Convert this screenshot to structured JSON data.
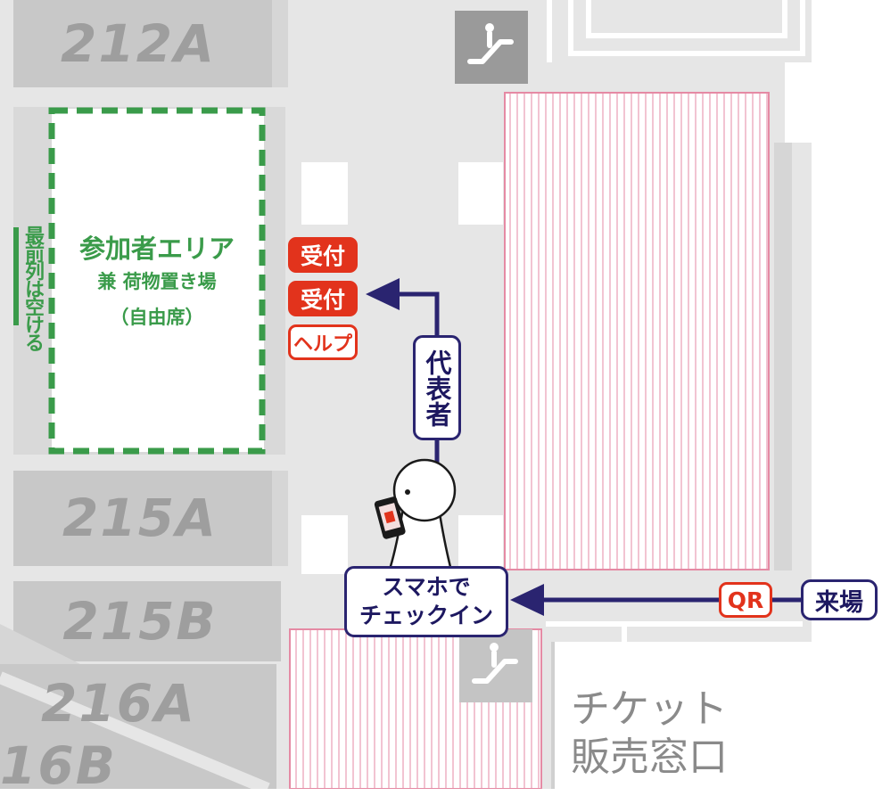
{
  "rooms": {
    "r212a": "212A",
    "r215a": "215A",
    "r215b": "215B",
    "r216a": "216A",
    "r216b": "16B"
  },
  "participant_area": {
    "title": "参加者エリア",
    "subtitle": "兼 荷物置き場",
    "note": "（自由席）"
  },
  "front_row_note": "最前列は空ける",
  "reception": {
    "booth1": "受付",
    "booth2": "受付",
    "help": "ヘルプ"
  },
  "flow": {
    "representative": "代表者",
    "smartphone_checkin_line1": "スマホで",
    "smartphone_checkin_line2": "チェックイン",
    "qr": "QR",
    "arrival": "来場"
  },
  "ticket_office": {
    "line1": "チケット",
    "line2": "販売窓口"
  },
  "icons": {
    "escalator": "escalator-icon",
    "person": "person-icon",
    "phone": "smartphone-icon"
  },
  "colors": {
    "red": "#e2331c",
    "purple": "#2a2470",
    "green": "#3a9b4a",
    "hatch": "#e58aa4",
    "floor": "#e6e6e6",
    "room": "#c8c8c8"
  }
}
